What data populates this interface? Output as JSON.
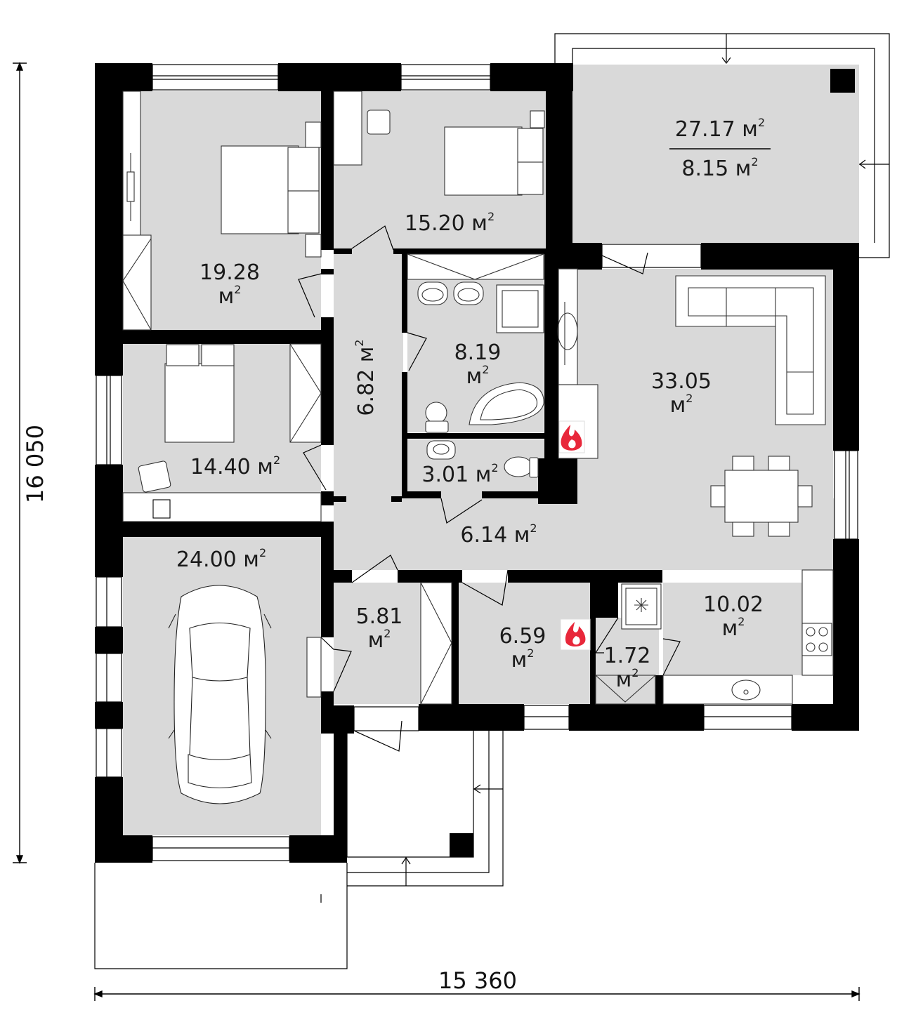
{
  "plan": {
    "unit": "м",
    "unit_sup": "2",
    "rooms": [
      {
        "id": "bedroom-1",
        "value": "19.28"
      },
      {
        "id": "bedroom-2",
        "value": "15.20"
      },
      {
        "id": "terrace-back",
        "value": "27.17"
      },
      {
        "id": "terrace-back-inner",
        "value": "8.15"
      },
      {
        "id": "corridor",
        "value": "6.82"
      },
      {
        "id": "bathroom",
        "value": "8.19"
      },
      {
        "id": "living-room",
        "value": "33.05"
      },
      {
        "id": "bedroom-3",
        "value": "14.40"
      },
      {
        "id": "wc",
        "value": "3.01"
      },
      {
        "id": "hall",
        "value": "6.14"
      },
      {
        "id": "garage",
        "value": "24.00"
      },
      {
        "id": "vestibule",
        "value": "5.81"
      },
      {
        "id": "boiler-room",
        "value": "6.59"
      },
      {
        "id": "pantry",
        "value": "1.72"
      },
      {
        "id": "kitchen",
        "value": "10.02"
      }
    ],
    "dimensions": {
      "width": "15 360",
      "height": "16 050"
    },
    "colors": {
      "wall": "#000000",
      "floor": "#d9d9d9",
      "fireplace_icon": "#e8273a"
    },
    "icons": [
      "fireplace-icon",
      "boiler-flame-icon",
      "car-icon",
      "bed-icon",
      "sofa-icon",
      "dining-table-icon",
      "bathtub-icon",
      "toilet-icon",
      "sink-icon",
      "stove-icon",
      "fridge-icon"
    ]
  }
}
